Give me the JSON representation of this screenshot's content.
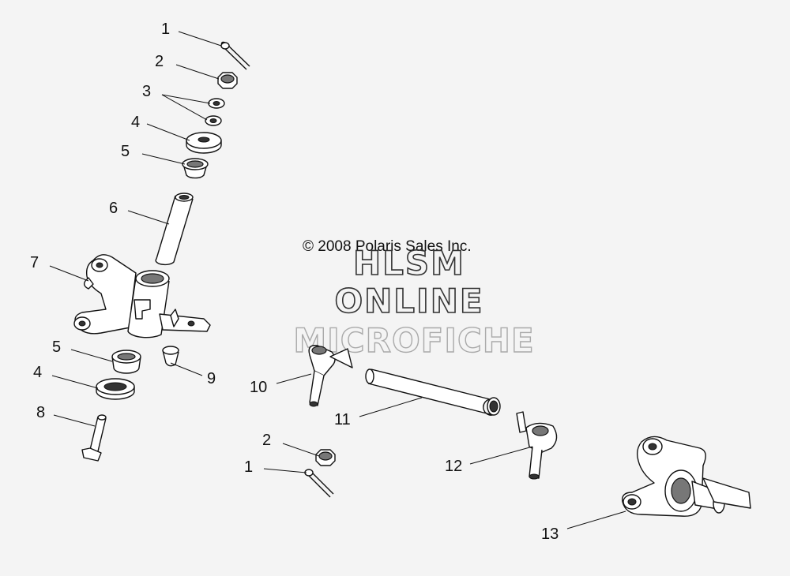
{
  "copyright": "© 2008 Polaris Sales Inc.",
  "watermark": {
    "line1": "HLSM",
    "line2": "ONLINE",
    "line3": "MICROFICHE"
  },
  "callouts": {
    "c1a": "1",
    "c2a": "2",
    "c3": "3",
    "c4a": "4",
    "c5a": "5",
    "c6": "6",
    "c7": "7",
    "c5b": "5",
    "c4b": "4",
    "c8": "8",
    "c9": "9",
    "c10": "10",
    "c11": "11",
    "c2b": "2",
    "c1b": "1",
    "c12": "12",
    "c13": "13"
  }
}
